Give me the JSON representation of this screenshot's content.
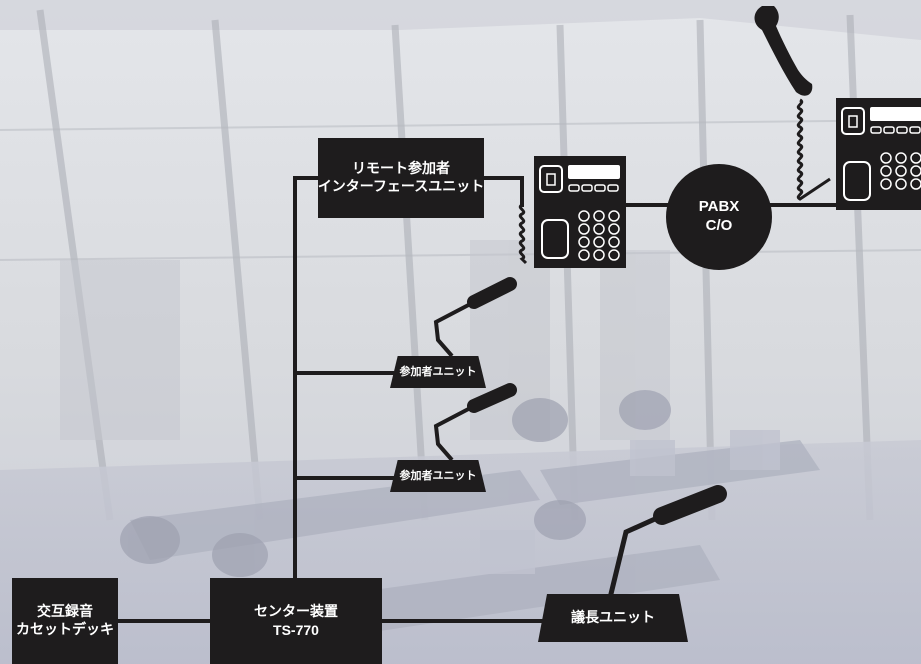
{
  "diagram": {
    "nodes": {
      "remote_interface": {
        "line1": "リモート参加者",
        "line2": "インターフェースユニット"
      },
      "participant_unit_1": {
        "label": "参加者ユニット"
      },
      "participant_unit_2": {
        "label": "参加者ユニット"
      },
      "cassette_deck": {
        "line1": "交互録音",
        "line2": "カセットデッキ"
      },
      "center_unit": {
        "line1": "センター装置",
        "line2": "TS-770"
      },
      "chairman_unit": {
        "label": "議長ユニット"
      },
      "pabx": {
        "line1": "PABX",
        "line2": "C/O"
      }
    },
    "icons": [
      "telephone-icon",
      "telephone-handset-icon",
      "microphone-icon"
    ],
    "colors": {
      "node_fill": "#1e1c1d",
      "node_text": "#ffffff",
      "wire": "#1e1c1d",
      "background_tint": "#d9dbe2"
    }
  }
}
